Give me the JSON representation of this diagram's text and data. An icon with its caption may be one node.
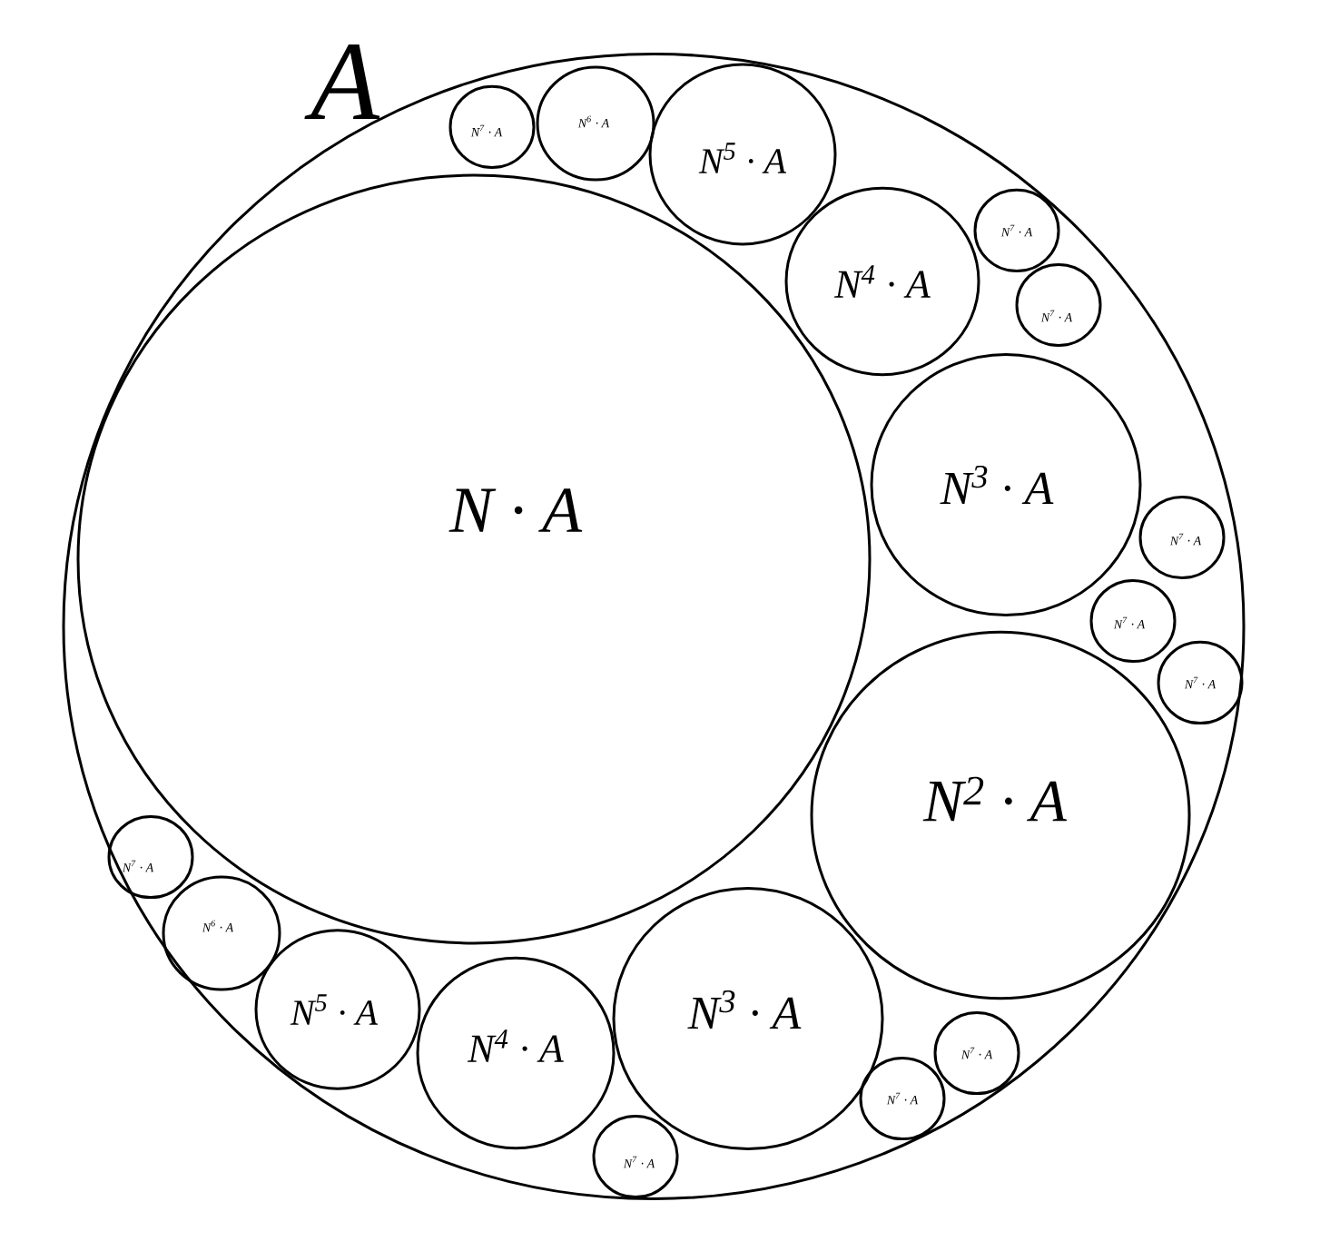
{
  "diagram": {
    "nodes": [
      {
        "text": [
          "A"
        ]
      },
      {
        "text": [
          "N · A"
        ],
        "in": 0
      },
      {
        "text": [
          "N$^{7}$ · A"
        ],
        "in": 0
      },
      {
        "text": [
          "N$^{6}$ · A"
        ],
        "in": 0
      },
      {
        "text": [
          "N$^{5}$ · A"
        ],
        "in": 0
      },
      {
        "text": [
          "N$^{4}$ · A"
        ],
        "in": 0
      },
      {
        "text": [
          "N$^{7}$ · A"
        ],
        "in": 0
      },
      {
        "text": [
          "N$^{7}$ · A"
        ],
        "in": 0
      },
      {
        "text": [
          "N$^{3}$ · A"
        ],
        "in": 0
      },
      {
        "text": [
          "N$^{7}$ · A"
        ],
        "in": 0
      },
      {
        "text": [
          "N$^{7}$ · A"
        ],
        "in": 0
      },
      {
        "text": [
          "N$^{7}$ · A"
        ],
        "in": 0
      },
      {
        "text": [
          "N$^{2}$ · A"
        ],
        "in": 0
      },
      {
        "text": [
          "N$^{7}$ · A"
        ],
        "in": 0
      },
      {
        "text": [
          "N$^{6}$ · A"
        ],
        "in": 0
      },
      {
        "text": [
          "N$^{5}$ · A"
        ],
        "in": 0
      },
      {
        "text": [
          "N$^{3}$ · A"
        ],
        "in": 0
      },
      {
        "text": [
          "N$^{4}$ · A"
        ],
        "in": 0
      },
      {
        "text": [
          "N$^{7}$ · A"
        ],
        "in": 0
      },
      {
        "text": [
          "N$^{7}$ · A"
        ],
        "in": 0
      },
      {
        "text": [
          "N$^{7}$ · A"
        ],
        "in": 0
      }
    ]
  }
}
